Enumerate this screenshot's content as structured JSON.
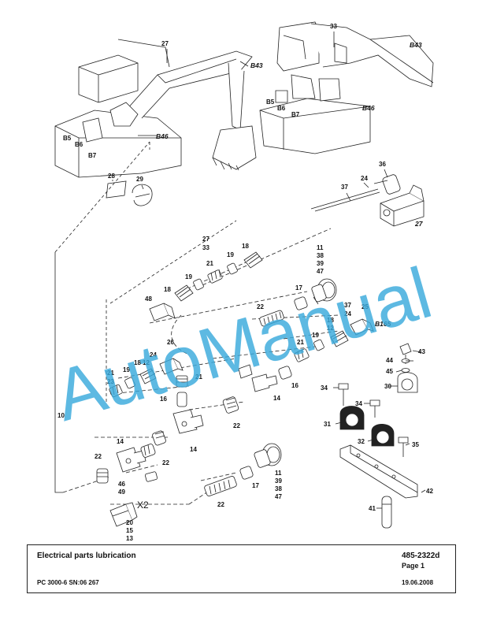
{
  "diagram": {
    "labels_top": [
      "27",
      "33",
      "B43",
      "B43",
      "B46",
      "B46",
      "B5",
      "B6",
      "B7",
      "B5",
      "B6",
      "B7"
    ],
    "callouts": {
      "c27": "27",
      "c33": "33",
      "c28": "28",
      "c29": "29",
      "c36": "36",
      "c24a": "24",
      "c37a": "37",
      "c27b": "27",
      "c33b": "33",
      "c18a": "18",
      "c19a": "19",
      "c21a": "21",
      "c11a": "11",
      "c38a": "38",
      "c39a": "39",
      "c47a": "47",
      "c19b": "19",
      "c18b": "18",
      "c48": "48",
      "c17a": "17",
      "c22a": "22",
      "c37b": "37",
      "c24b": "24",
      "c25": "25",
      "c18c": "18",
      "c12a": "12",
      "cB165": "B165",
      "c26": "26",
      "c19c": "19",
      "c21b": "21",
      "c21c": "21",
      "c23": "23",
      "c19d": "19",
      "c18d": "18",
      "c12b": "12",
      "c24c": "24",
      "c21d": "21",
      "c16a": "16",
      "c14a": "14",
      "c16b": "16",
      "c43": "43",
      "c44": "44",
      "c45": "45",
      "c30": "30",
      "c10": "10",
      "c34a": "34",
      "c34b": "34",
      "c31": "31",
      "c32": "32",
      "c35": "35",
      "c22b": "22",
      "c14b": "14",
      "c14c": "14",
      "c22c": "22",
      "c22d": "22",
      "c46": "46",
      "c49": "49",
      "cX2": "X2",
      "c20": "20",
      "c15": "15",
      "c13": "13",
      "c17b": "17",
      "c11b": "11",
      "c39b": "39",
      "c38b": "38",
      "c47b": "47",
      "c22e": "22",
      "c42": "42",
      "c41": "41"
    },
    "watermark": "AutoManual"
  },
  "title_block": {
    "title": "Electrical parts lubrication",
    "doc_number": "485-2322d",
    "page": "Page 1",
    "model": "PC 3000-6 SN:06 267",
    "date": "19.06.2008"
  },
  "colors": {
    "line": "#222222",
    "watermark": "#39a9dc"
  }
}
